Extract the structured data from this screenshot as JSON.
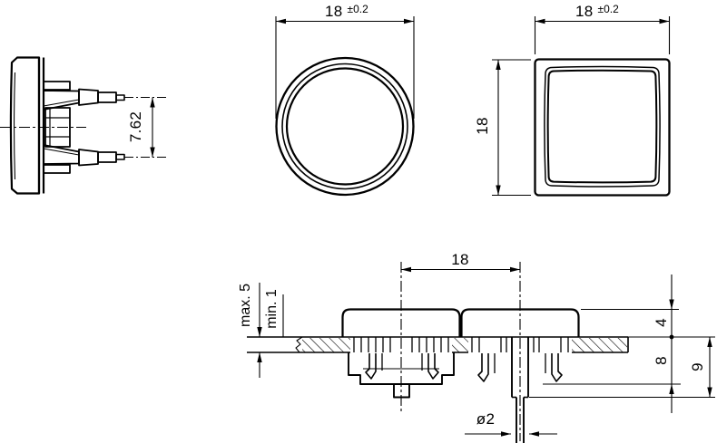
{
  "drawing": {
    "views": {
      "side": {
        "pin_spacing": "7.62"
      },
      "front_round": {
        "width": "18",
        "width_tolerance": "±0.2"
      },
      "front_square": {
        "width": "18",
        "width_tolerance": "±0.2",
        "height": "18"
      },
      "section": {
        "button_pitch": "18",
        "panel_thickness_max": "max. 5",
        "panel_thickness_min": "min. 1",
        "cap_height_above_panel": "4",
        "depth_below_panel": "8",
        "total_depth_below_panel": "9",
        "terminal_pin_diameter": "ø2"
      }
    },
    "colors": {
      "line": "#000000",
      "background": "#ffffff"
    }
  }
}
